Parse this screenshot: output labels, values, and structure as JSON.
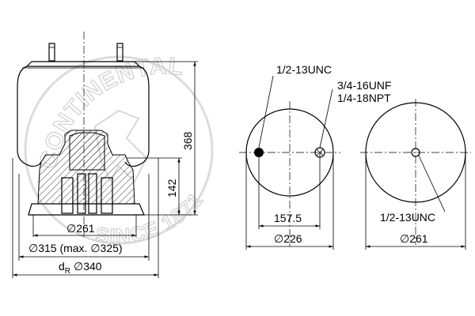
{
  "watermark": {
    "brand": "CONTINENTAL",
    "since": "SINCE 1871"
  },
  "side_view": {
    "dim_height_total": "368",
    "dim_height_piston": "142",
    "dim_piston_dia": "∅261",
    "dim_bead_dia": "∅315 (max. ∅325)",
    "dim_dr_prefix": "d",
    "dim_dr_sub": "R",
    "dim_dr_value": "∅340"
  },
  "top_view": {
    "thread_1": "1/2-13UNC",
    "thread_2a": "3/4-16UNF",
    "thread_2b": "1/4-18NPT",
    "dim_offset": "157.5",
    "dim_dia": "∅226"
  },
  "bottom_view": {
    "thread": "1/2-13UNC",
    "dim_dia": "∅261"
  },
  "colors": {
    "line": "#000000",
    "watermark": "#d0d0d0"
  }
}
